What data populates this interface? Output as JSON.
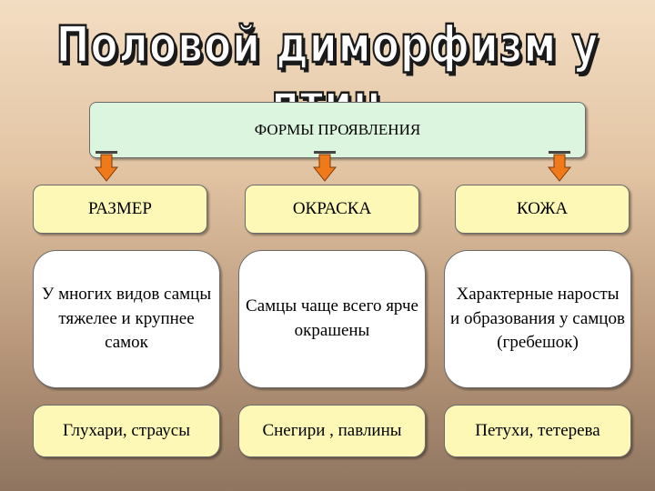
{
  "title": "Половой диморфизм у птиц",
  "header_box": "ФОРМЫ ПРОЯВЛЕНИЯ",
  "columns": [
    {
      "category": "РАЗМЕР",
      "description": "У многих видов самцы тяжелее и крупнее самок",
      "examples": "Глухари, страусы"
    },
    {
      "category": "ОКРАСКА",
      "description": "Самцы чаще всего ярче окрашены",
      "examples": "Снегири , павлины"
    },
    {
      "category": "КОЖА",
      "description": "Характерные наросты и образования у самцов (гребешок)",
      "examples": "Петухи, тетерева"
    }
  ],
  "colors": {
    "header_fill": "#dcf5df",
    "category_fill": "#fdf8b5",
    "description_fill": "#ffffff",
    "arrow_fill": "#f07a1a"
  }
}
